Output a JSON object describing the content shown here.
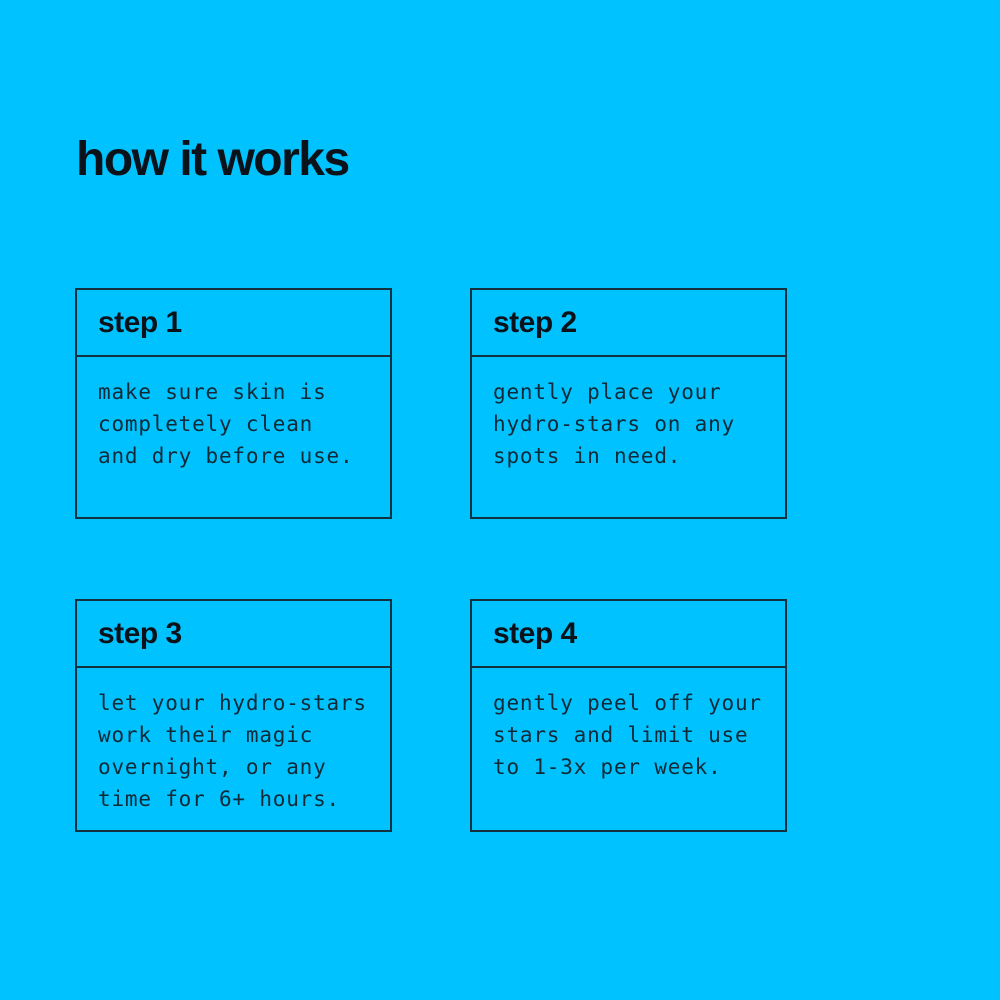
{
  "page": {
    "title": "how it works",
    "background_color": "#00c2ff",
    "border_color": "#143140",
    "heading_text_color": "#0b1219",
    "body_text_color": "#102a38"
  },
  "steps": [
    {
      "label": "step 1",
      "body": "make sure skin is\ncompletely clean\nand dry before use."
    },
    {
      "label": "step 2",
      "body": "gently place your\nhydro-stars on any\nspots in need."
    },
    {
      "label": "step 3",
      "body": "let your hydro-stars\nwork their magic\novernight, or any\ntime for 6+ hours."
    },
    {
      "label": "step 4",
      "body": "gently peel off your\nstars and limit use\nto 1-3x per week."
    }
  ]
}
